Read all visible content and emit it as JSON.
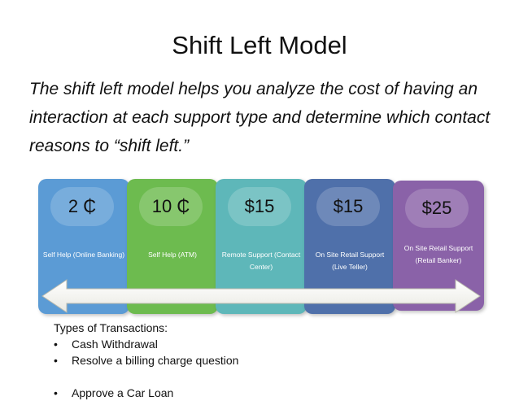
{
  "slide": {
    "title": "Shift Left Model",
    "subtitle": "The shift left model helps you analyze the cost of having an interaction at each support type and determine which contact reasons to “shift left.”"
  },
  "support_types": [
    {
      "price": "2 ₵",
      "label": "Self Help (Online Banking)",
      "color": "#5b9bd5"
    },
    {
      "price": "10 ₵",
      "label": "Self Help (ATM)",
      "color": "#6dbb4f"
    },
    {
      "price": "$15",
      "label": "Remote Support (Contact Center)",
      "color": "#5eb7b9"
    },
    {
      "price": "$15",
      "label": "On Site Retail Support (Live Teller)",
      "color": "#4f70aa"
    },
    {
      "price": "$25",
      "label": "On Site Retail Support (Retail Banker)",
      "color": "#8a62a8"
    }
  ],
  "transactions": {
    "heading": "Types of Transactions:",
    "bullet": "•",
    "items": [
      "Cash Withdrawal",
      "Resolve a billing charge question",
      "Approve a Car Loan"
    ]
  }
}
